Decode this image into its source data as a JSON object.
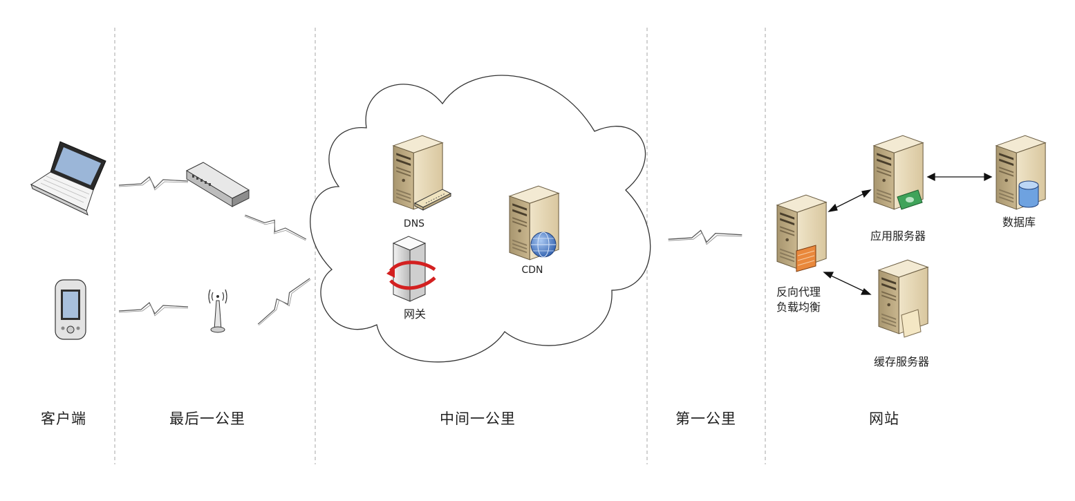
{
  "zones": {
    "client": "客户端",
    "last_mile": "最后一公里",
    "middle_mile": "中间一公里",
    "first_mile": "第一公里",
    "website": "网站"
  },
  "nodes": {
    "dns": "DNS",
    "cdn": "CDN",
    "gateway": "网关",
    "reverse_proxy": "反向代理",
    "load_balance": "负载均衡",
    "app_server": "应用服务器",
    "database": "数据库",
    "cache_server": "缓存服务器"
  },
  "icons": {
    "laptop": "laptop-icon",
    "phone": "handheld-icon",
    "router": "switch-icon",
    "wireless": "wireless-ap-icon",
    "server": "server-icon",
    "gateway": "gateway-icon",
    "globe": "globe-icon",
    "database": "database-icon"
  },
  "colors": {
    "server_front": "#e7d9b8",
    "server_side": "#b9a681",
    "lightning": "#555555",
    "gateway_arrow": "#d32020",
    "globe": "#3b6fc2",
    "cache_card": "#f4e7c4",
    "money": "#3fa35a"
  }
}
